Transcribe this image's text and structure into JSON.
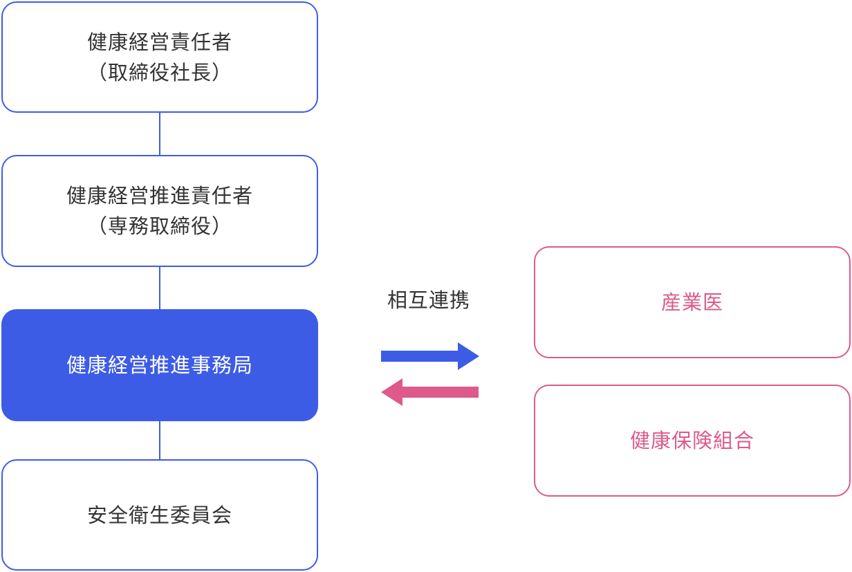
{
  "org_chain": [
    {
      "lines": [
        "健康経営責任者",
        "（取締役社長）"
      ]
    },
    {
      "lines": [
        "健康経営推進責任者",
        "（専務取締役）"
      ]
    },
    {
      "lines": [
        "健康経営推進事務局"
      ]
    },
    {
      "lines": [
        "安全衛生委員会"
      ]
    }
  ],
  "mutual_label": "相互連携",
  "partners": [
    {
      "label": "産業医"
    },
    {
      "label": "健康保険組合"
    }
  ],
  "colors": {
    "blue": "#3D5CE6",
    "pink": "#DD5A8A",
    "text": "#333333"
  }
}
